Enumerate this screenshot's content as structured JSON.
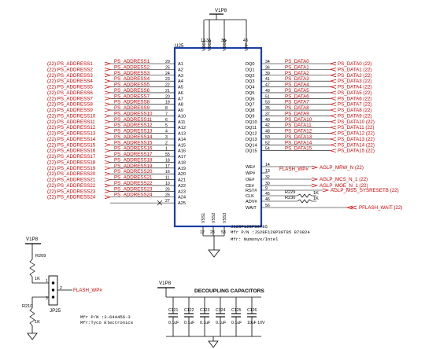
{
  "colors": {
    "net": "#cc0000",
    "wire": "#000000",
    "chip": "#1a3fa6"
  },
  "chip": {
    "ref": "U25",
    "part": "JS28F128P30T85",
    "mfr_pn": "Mfr P/N :JS28F128P30T85 873824",
    "mfr": "Mfr: Numonyx/Intel",
    "top_pins": [
      {
        "name": "VCC1",
        "num": "13"
      },
      {
        "name": "VCC2",
        "num": "33"
      },
      {
        "name": "VCCQ",
        "num": "38"
      },
      {
        "name": "VPP",
        "num": "43"
      }
    ],
    "bottom_pins": [
      {
        "name": "VSS1",
        "num": "12"
      },
      {
        "name": "VSS2",
        "num": "28"
      },
      {
        "name": "VSS3",
        "num": "53"
      }
    ],
    "left_pins": [
      {
        "name": "A1",
        "num": "29"
      },
      {
        "name": "A2",
        "num": "25"
      },
      {
        "name": "A3",
        "num": "24"
      },
      {
        "name": "A4",
        "num": "23"
      },
      {
        "name": "A5",
        "num": "22"
      },
      {
        "name": "A6",
        "num": "21"
      },
      {
        "name": "A7",
        "num": "20"
      },
      {
        "name": "A8",
        "num": "19"
      },
      {
        "name": "A9",
        "num": "8"
      },
      {
        "name": "A10",
        "num": "7"
      },
      {
        "name": "A11",
        "num": "6"
      },
      {
        "name": "A12",
        "num": "5"
      },
      {
        "name": "A13",
        "num": "4"
      },
      {
        "name": "A14",
        "num": "3"
      },
      {
        "name": "A15",
        "num": "2"
      },
      {
        "name": "A16",
        "num": "1"
      },
      {
        "name": "A17",
        "num": "55"
      },
      {
        "name": "A18",
        "num": "18"
      },
      {
        "name": "A19",
        "num": "17"
      },
      {
        "name": "A20",
        "num": "16"
      },
      {
        "name": "A21",
        "num": "11"
      },
      {
        "name": "A22",
        "num": "10"
      },
      {
        "name": "A23",
        "num": "26"
      },
      {
        "name": "A24",
        "num": "26"
      },
      {
        "name": "A25",
        "num": "27"
      }
    ],
    "right_pins": [
      {
        "name": "DQ0",
        "num": "34"
      },
      {
        "name": "DQ1",
        "num": "36"
      },
      {
        "name": "DQ2",
        "num": "39"
      },
      {
        "name": "DQ3",
        "num": "41"
      },
      {
        "name": "DQ4",
        "num": "47"
      },
      {
        "name": "DQ5",
        "num": "49"
      },
      {
        "name": "DQ6",
        "num": "51"
      },
      {
        "name": "DQ7",
        "num": "53"
      },
      {
        "name": "DQ8",
        "num": "35"
      },
      {
        "name": "DQ9",
        "num": "37"
      },
      {
        "name": "DQ10",
        "num": "40"
      },
      {
        "name": "DQ11",
        "num": "42"
      },
      {
        "name": "DQ12",
        "num": "48"
      },
      {
        "name": "DQ13",
        "num": "50"
      },
      {
        "name": "DQ14",
        "num": "52"
      },
      {
        "name": "DQ15",
        "num": "54"
      }
    ],
    "ctrl_pins": [
      {
        "name": "WE#",
        "num": "14"
      },
      {
        "name": "WP#",
        "num": "13"
      },
      {
        "name": "OE#",
        "num": "32"
      },
      {
        "name": "CE#",
        "num": "30"
      },
      {
        "name": "RST#",
        "num": "9"
      },
      {
        "name": "CLK",
        "num": "45"
      },
      {
        "name": "ADV#",
        "num": "46"
      },
      {
        "name": "WAIT",
        "num": "56"
      }
    ]
  },
  "address_nets": [
    "PS_ADDRESS1",
    "PS_ADDRESS2",
    "PS_ADDRESS3",
    "PS_ADDRESS4",
    "PS_ADDRESS5",
    "PS_ADDRESS6",
    "PS_ADDRESS7",
    "PS_ADDRESS8",
    "PS_ADDRESS9",
    "PS_ADDRESS10",
    "PS_ADDRESS11",
    "PS_ADDRESS12",
    "PS_ADDRESS13",
    "PS_ADDRESS14",
    "PS_ADDRESS15",
    "PS_ADDRESS16",
    "PS_ADDRESS17",
    "PS_ADDRESS18",
    "PS_ADDRESS19",
    "PS_ADDRESS20",
    "PS_ADDRESS21",
    "PS_ADDRESS22",
    "PS_ADDRESS23",
    "PS_ADDRESS24"
  ],
  "address_ports": [
    "(22) PS_ADDRESS1",
    "(22) PS_ADDRESS2",
    "(22) PS_ADDRESS3",
    "(22) PS_ADDRESS4",
    "(22) PS_ADDRESS5",
    "(22) PS_ADDRESS6",
    "(22) PS_ADDRESS7",
    "(22) PS_ADDRESS8",
    "(22) PS_ADDRESS9",
    "(22) PS_ADDRESS10",
    "(22) PS_ADDRESS11",
    "(22) PS_ADDRESS12",
    "(22) PS_ADDRESS13",
    "(22) PS_ADDRESS14",
    "(22) PS_ADDRESS15",
    "(22) PS_ADDRESS16",
    "(22) PS_ADDRESS17",
    "(22) PS_ADDRESS18",
    "(22) PS_ADDRESS19",
    "(22) PS_ADDRESS20",
    "(22) PS_ADDRESS21",
    "(22) PS_ADDRESS22",
    "(22) PS_ADDRESS23",
    "(22) PS_ADDRESS24"
  ],
  "data_nets": [
    "PS_DATA0",
    "PS_DATA1",
    "PS_DATA2",
    "PS_DATA3",
    "PS_DATA4",
    "PS_DATA5",
    "PS_DATA6",
    "PS_DATA7",
    "PS_DATA8",
    "PS_DATA9",
    "PS_DATA10",
    "PS_DATA11",
    "PS_DATA12",
    "PS_DATA13",
    "PS_DATA14",
    "PS_DATA15"
  ],
  "data_ports": [
    "PS_DATA0 (22)",
    "PS_DATA1 (22)",
    "PS_DATA2 (22)",
    "PS_DATA3 (22)",
    "PS_DATA4 (22)",
    "PS_DATA5 (22)",
    "PS_DATA6 (22)",
    "PS_DATA7 (22)",
    "PS_DATA8 (22)",
    "PS_DATA9 (22)",
    "PS_DATA10 (22)",
    "PS_DATA11 (22)",
    "PS_DATA12 (22)",
    "PS_DATA13 (22)",
    "PS_DATA14 (22)",
    "PS_DATA15 (22)"
  ],
  "control": {
    "flash_wp_net": "FLASH_WP#",
    "we_port": "AGLP_MRW_N (22)",
    "oe_port": "AGLP_MCS_N_1 (22)",
    "ce_port": "AGLP_MOE_N_1 (22)",
    "rst_port": "AGLP_MSS_SYSRESETB (22)",
    "wait_port": "PFLASH_WAIT (22)",
    "r229_ref": "R229",
    "r229_val": "1K",
    "r230_ref": "R230",
    "r230_val": "1K"
  },
  "power": {
    "v1p8_top": "V1P8",
    "v1p8_left": "V1P8",
    "v1p8_decap": "V1P8"
  },
  "wp_section": {
    "r209_ref": "R209",
    "r209_val": "1K",
    "r210_ref": "R210",
    "r210_val": "1K",
    "net_label": "FLASH_WP#",
    "jumper_ref": "JP25",
    "jumper_pins": [
      "1",
      "2",
      "3"
    ],
    "mfr_pn": "Mfr P/N :3-644456-3",
    "mfr": "Mfr:Tyco Electronics"
  },
  "decoupling": {
    "title": "DECOUPLING CAPACITORS",
    "caps": [
      {
        "ref": "C121",
        "val": "0.1uF"
      },
      {
        "ref": "C122",
        "val": "0.1uF"
      },
      {
        "ref": "C123",
        "val": "0.1uF"
      },
      {
        "ref": "C124",
        "val": "0.1uF"
      },
      {
        "ref": "C125",
        "val": "0.1uF"
      },
      {
        "ref": "C126",
        "val": "10uF 10V"
      }
    ]
  }
}
